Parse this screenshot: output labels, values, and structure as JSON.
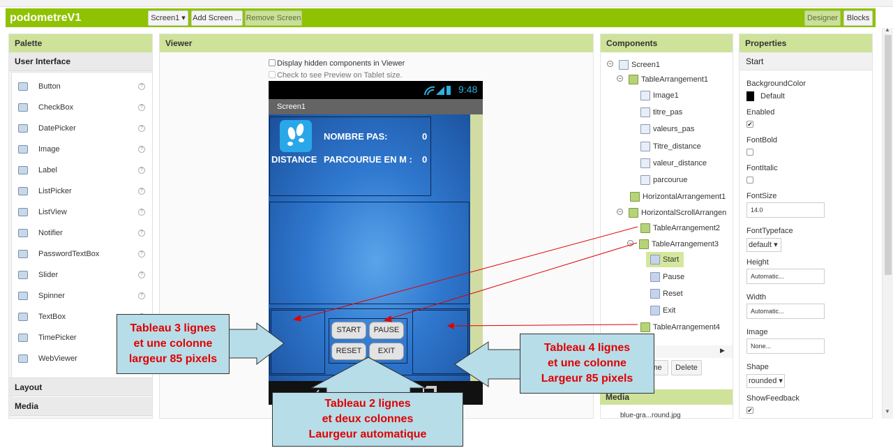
{
  "app": {
    "title": "podometreV1"
  },
  "toolbar": {
    "screen_dropdown": "Screen1 ▾",
    "add_screen": "Add Screen ...",
    "remove_screen": "Remove Screen",
    "designer": "Designer",
    "blocks": "Blocks"
  },
  "palette": {
    "header": "Palette",
    "category_user_interface": "User Interface",
    "items": [
      "Button",
      "CheckBox",
      "DatePicker",
      "Image",
      "Label",
      "ListPicker",
      "ListView",
      "Notifier",
      "PasswordTextBox",
      "Slider",
      "Spinner",
      "TextBox",
      "TimePicker",
      "WebViewer"
    ],
    "category_layout": "Layout",
    "category_media": "Media",
    "help_glyph": "?"
  },
  "viewer": {
    "header": "Viewer",
    "display_hidden": "Display hidden components in Viewer",
    "tablet_preview": "Check to see Preview on Tablet size.",
    "status_time": "9:48",
    "screen_title": "Screen1",
    "label_nombre_pas": "NOMBRE PAS:",
    "value_pas": "0",
    "label_distance": "DISTANCE",
    "label_parcourue": "PARCOURUE EN M :",
    "value_distance": "0",
    "buttons": {
      "start": "START",
      "pause": "PAUSE",
      "reset": "RESET",
      "exit": "EXIT"
    }
  },
  "components": {
    "header": "Components",
    "tree": {
      "screen1": "Screen1",
      "table1": "TableArrangement1",
      "image1": "Image1",
      "titre_pas": "titre_pas",
      "valeurs_pas": "valeurs_pas",
      "titre_distance": "Titre_distance",
      "valeur_distance": "valeur_distance",
      "parcourue": "parcourue",
      "horizontal1": "HorizontalArrangement1",
      "horizontal_scroll": "HorizontalScrollArrangen",
      "table2": "TableArrangement2",
      "table3": "TableArrangement3",
      "start": "Start",
      "pause": "Pause",
      "reset": "Reset",
      "exit": "Exit",
      "table4": "TableArrangement4"
    },
    "rename_button": "me",
    "delete_button": "Delete",
    "media_header": "Media",
    "media_file": "blue-gra...round.jpg",
    "toggle_open": "−"
  },
  "properties": {
    "header": "Properties",
    "selected": "Start",
    "background_color_label": "BackgroundColor",
    "background_color_value": "Default",
    "enabled_label": "Enabled",
    "enabled_checked": "✔",
    "fontbold_label": "FontBold",
    "fontitalic_label": "FontItalic",
    "fontsize_label": "FontSize",
    "fontsize_value": "14.0",
    "fonttypeface_label": "FontTypeface",
    "fonttypeface_value": "default ▾",
    "height_label": "Height",
    "height_value": "Automatic...",
    "width_label": "Width",
    "width_value": "Automatic...",
    "image_label": "Image",
    "image_value": "None...",
    "shape_label": "Shape",
    "shape_value": "rounded ▾",
    "showfeedback_label": "ShowFeedback",
    "showfeedback_checked": "✔"
  },
  "annotations": {
    "left": [
      "Tableau 3 lignes",
      "et une colonne",
      "largeur 85 pixels"
    ],
    "right": [
      "Tableau 4 lignes",
      "et une colonne",
      "Largeur 85 pixels"
    ],
    "bottom": [
      "Tableau 2 lignes",
      "et deux colonnes",
      "Laurgeur automatique"
    ]
  },
  "colors": {
    "accent": "#8fc202",
    "panel_header": "#cfe29a",
    "annotation_text": "#e00000",
    "annotation_bg": "#b7dde8",
    "arrow": "#e00000"
  }
}
